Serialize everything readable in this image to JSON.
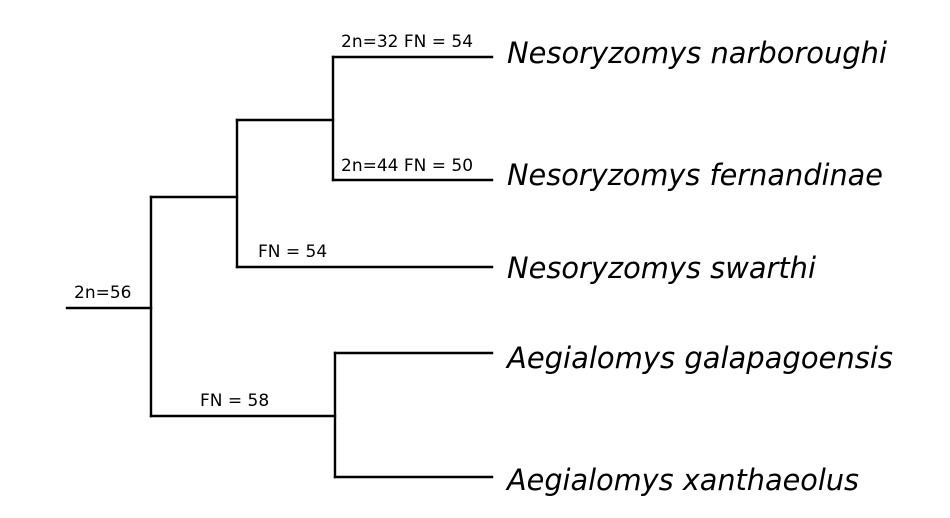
{
  "taxa": {
    "narboroughi": "Nesoryzomys narboroughi",
    "fernandinae": "Nesoryzomys fernandinae",
    "swarthi": "Nesoryzomys swarthi",
    "galapagoensis": "Aegialomys galapagoensis",
    "xanthaeolus": "Aegialomys xanthaeolus"
  },
  "node_labels": {
    "root": "2n=56",
    "narboroughi": "2n=32 FN = 54",
    "fernandinae": "2n=44 FN = 50",
    "swarthi": "FN = 54",
    "aegialomys": "FN = 58"
  },
  "colors": {
    "line": "#000000",
    "text": "#000000",
    "background": "#ffffff"
  }
}
